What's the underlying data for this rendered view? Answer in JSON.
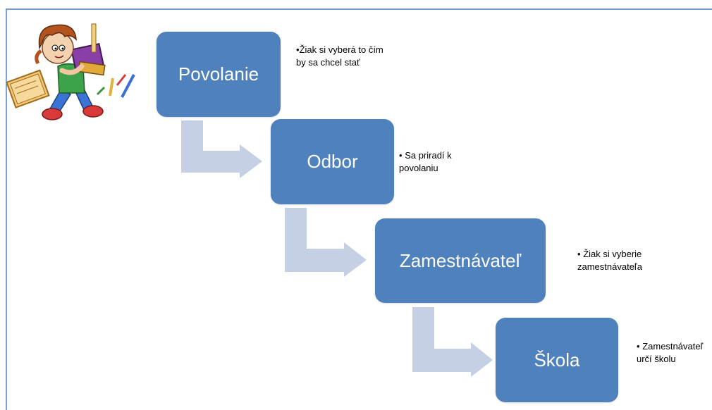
{
  "diagram": {
    "steps": [
      {
        "label": "Povolanie",
        "note_bullet": "•",
        "note": "Žiak si vyberá to čím by sa chcel stať"
      },
      {
        "label": "Odbor",
        "note_bullet": "•",
        "note": "Sa priradí k povolaniu"
      },
      {
        "label": "Zamestnávateľ",
        "note_bullet": "•",
        "note": "Žiak si vyberie zamestnávateľa"
      },
      {
        "label": "Škola",
        "note_bullet": "•",
        "note": "Zamestnávateľ určí školu"
      }
    ],
    "colors": {
      "box": "#4f81bd",
      "arrow": "#c6d0e4",
      "frame": "#7aa0cf"
    },
    "clipart": "student-carrying-books-icon"
  }
}
